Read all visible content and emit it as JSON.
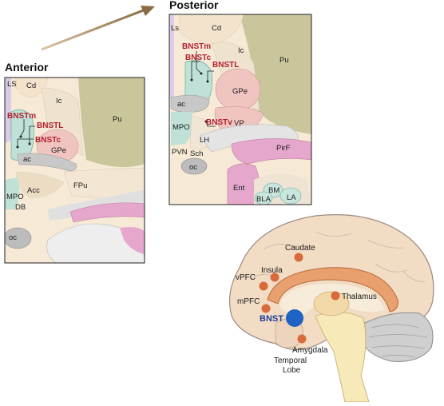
{
  "headings": {
    "anterior": "Anterior",
    "posterior": "Posterior"
  },
  "anterior_panel": {
    "labels": {
      "ls": "LS",
      "cd": "Cd",
      "ic": "Ic",
      "pu": "Pu",
      "gpe": "GPe",
      "ac": "ac",
      "acc": "Acc",
      "fpu": "FPu",
      "mpo": "MPO",
      "db": "DB",
      "oc": "oc"
    },
    "nuclei": {
      "bnstm": "BNSTm",
      "bnstl": "BNSTL",
      "bnstc": "BNSTc"
    }
  },
  "posterior_panel": {
    "labels": {
      "ls": "Ls",
      "cd": "Cd",
      "ic": "Ic",
      "pu": "Pu",
      "gpe": "GPe",
      "ac": "ac",
      "vp": "VP",
      "mpo": "MPO",
      "lh": "LH",
      "sch": "Sch",
      "pvn": "PVN",
      "oc": "oc",
      "pirf": "PirF",
      "ent": "Ent",
      "bm": "BM",
      "bla": "BLA",
      "la": "LA"
    },
    "nuclei": {
      "bnstm": "BNSTm",
      "bnstc": "BNSTc",
      "bnstl": "BNSTL",
      "bnstv": "BNSTv"
    }
  },
  "brain": {
    "regions": {
      "caudate": "Caudate",
      "insula": "Insula",
      "vpfc": "vPFC",
      "mpfc": "mPFC",
      "thalamus": "Thalamus",
      "amygdala": "Amygdala",
      "temporal_line1": "Temporal",
      "temporal_line2": "Lobe"
    },
    "highlight": "BNST"
  },
  "colors": {
    "bnst_red": "#b22030",
    "bnst_blue": "#1f63c4",
    "region_orange": "#d96a3a",
    "arrow": "#9a7a50"
  }
}
